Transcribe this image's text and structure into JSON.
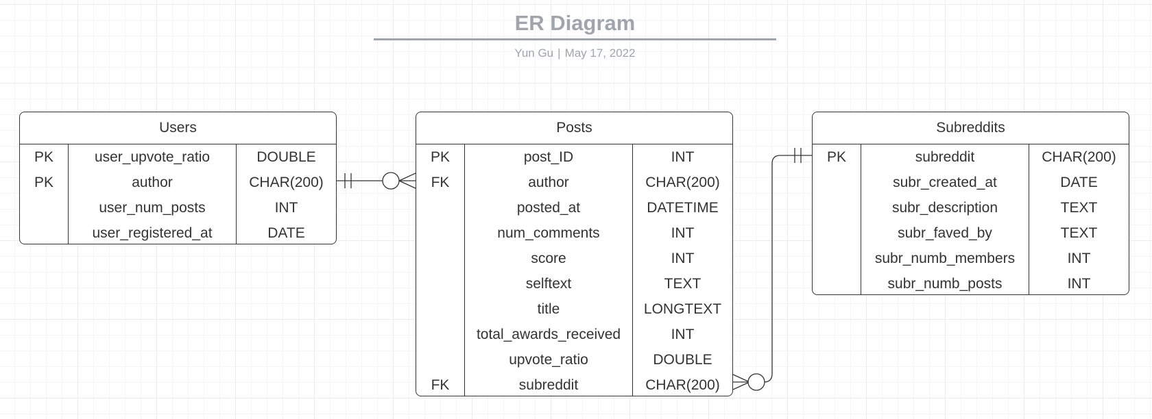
{
  "header": {
    "title": "ER Diagram",
    "author": "Yun Gu",
    "separator": "|",
    "date": "May 17, 2022"
  },
  "entities": {
    "users": {
      "name": "Users",
      "rows": [
        {
          "key": "PK",
          "name": "user_upvote_ratio",
          "type": "DOUBLE"
        },
        {
          "key": "PK",
          "name": "author",
          "type": "CHAR(200)"
        },
        {
          "key": "",
          "name": "user_num_posts",
          "type": "INT"
        },
        {
          "key": "",
          "name": "user_registered_at",
          "type": "DATE"
        }
      ]
    },
    "posts": {
      "name": "Posts",
      "rows": [
        {
          "key": "PK",
          "name": "post_ID",
          "type": "INT"
        },
        {
          "key": "FK",
          "name": "author",
          "type": "CHAR(200)"
        },
        {
          "key": "",
          "name": "posted_at",
          "type": "DATETIME"
        },
        {
          "key": "",
          "name": "num_comments",
          "type": "INT"
        },
        {
          "key": "",
          "name": "score",
          "type": "INT"
        },
        {
          "key": "",
          "name": "selftext",
          "type": "TEXT"
        },
        {
          "key": "",
          "name": "title",
          "type": "LONGTEXT"
        },
        {
          "key": "",
          "name": "total_awards_received",
          "type": "INT"
        },
        {
          "key": "",
          "name": "upvote_ratio",
          "type": "DOUBLE"
        },
        {
          "key": "FK",
          "name": "subreddit",
          "type": "CHAR(200)"
        }
      ]
    },
    "subreddits": {
      "name": "Subreddits",
      "rows": [
        {
          "key": "PK",
          "name": "subreddit",
          "type": "CHAR(200)"
        },
        {
          "key": "",
          "name": "subr_created_at",
          "type": "DATE"
        },
        {
          "key": "",
          "name": "subr_description",
          "type": "TEXT"
        },
        {
          "key": "",
          "name": "subr_faved_by",
          "type": "TEXT"
        },
        {
          "key": "",
          "name": "subr_numb_members",
          "type": "INT"
        },
        {
          "key": "",
          "name": "subr_numb_posts",
          "type": "INT"
        }
      ]
    }
  },
  "relationships": [
    {
      "from": "users.author",
      "to": "posts.author",
      "from_cardinality": "exactly-one",
      "to_cardinality": "zero-or-many"
    },
    {
      "from": "subreddits.subreddit",
      "to": "posts.subreddit",
      "from_cardinality": "exactly-one",
      "to_cardinality": "zero-or-many"
    }
  ],
  "colors": {
    "line": "#333333",
    "header_text": "#a0a4ad",
    "grid": "#ebebeb"
  }
}
